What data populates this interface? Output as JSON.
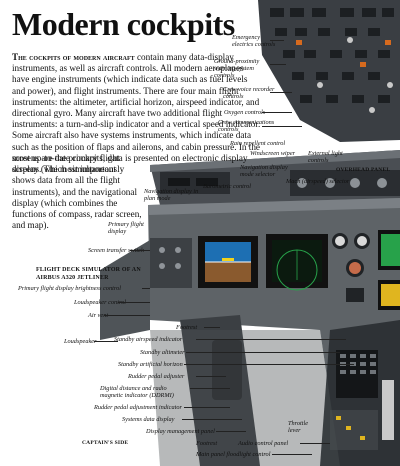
{
  "page": {
    "title": "Modern cockpits",
    "intro_lead": "The cockpits of modern aircraft",
    "intro_body": " contain many data-display instruments, as well as aircraft controls. All modern aeroplanes have engine instruments (which indicate data such as fuel levels and power), and flight instruments. There are four main flight instruments: the altimeter, artificial horizon, airspeed indicator, and directional gyro. Many aircraft have two additional flight instruments: a turn-and-slip indicator and a vertical speed indicator. Some aircraft also have systems instruments, which indicate data such as the position of flaps and ailerons, and cabin pressure. In the most up-to-date cockpits, data is presented on electronic display screens. The most important",
    "intro_narrow": "screens are the primary flight display (which simultaneously shows data from all the flight instruments), and the navigational display (which combines the functions of compass, radar screen, and map)."
  },
  "labels": {
    "emergency_electrics": "Emergency electrics controls",
    "ground_proximity": "Ground-proximity warning-system controls",
    "crew_voice": "Crew voice recorder controls",
    "oxygen": "Oxygen controls",
    "crew_comms": "Crew communications controls",
    "rain_repellent": "Rain repellent control",
    "windscreen_wiper": "Windscreen wiper",
    "external_light": "External light controls",
    "nav_mode_selector": "Navigation display mode selector",
    "overhead_panel": "OVERHEAD PANEL",
    "mach_selector": "Mach (airspeed) selector",
    "barometric": "Barometric control",
    "nav_plan_mode": "Navigation display in plan mode",
    "primary_flight": "Primary flight display",
    "screen_transfer": "Screen transfer switch",
    "simulator_title": "FLIGHT DECK SIMULATOR OF AN AIRBUS A320 JETLINER",
    "pfd_brightness": "Primary flight display brightness control",
    "loudspeaker_control": "Loudspeaker control",
    "air_vent": "Air vent",
    "loudspeaker": "Loudspeaker",
    "footrest_1": "Footrest",
    "standby_airspeed": "Standby airspeed indicator",
    "standby_altimeter": "Standby altimeter",
    "standby_horizon": "Standby artificial horizon",
    "rudder_pedal": "Rudder pedal adjuster",
    "ddrmi": "Digital distance and radio magnetic indicator (DDRMI)",
    "rudder_adjust_ind": "Rudder pedal adjustment indicator",
    "systems_display": "Systems data display",
    "display_mgmt": "Display management panel",
    "footrest_2": "Footrest",
    "audio_panel": "Audio control panel",
    "thrust_lever": "Throttle lever",
    "main_panel_flood": "Main panel floodlight control",
    "captains_side": "CAPTAIN'S SIDE"
  },
  "colors": {
    "panel_dark": "#2b2f33",
    "panel_mid": "#55595d",
    "screen_blue": "#1d6fb3",
    "screen_green": "#27a24a"
  }
}
